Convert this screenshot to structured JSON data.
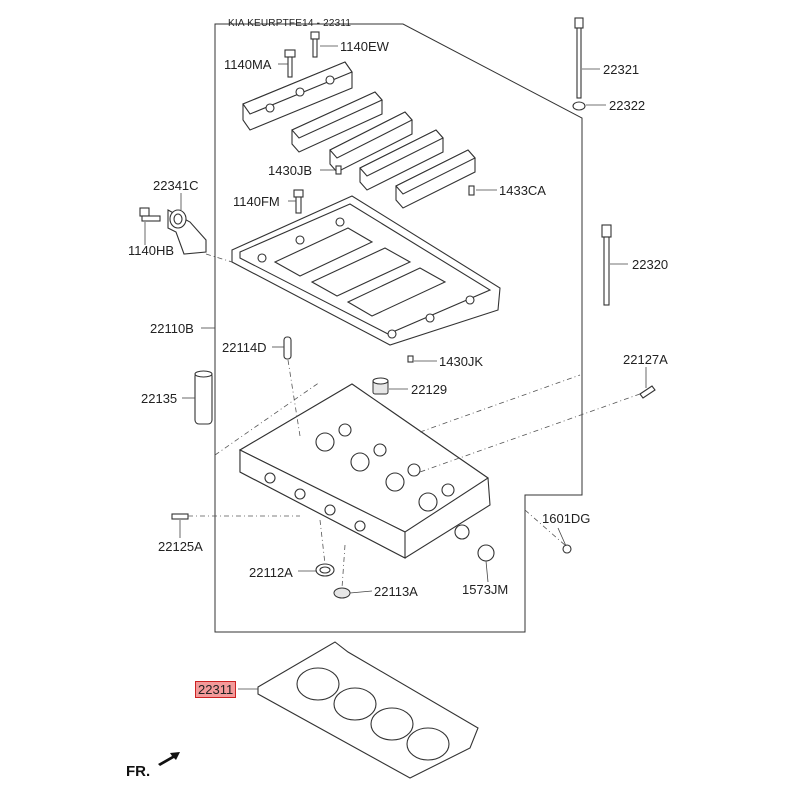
{
  "diagram": {
    "title": "KIA KEURPTFE14 - 22311",
    "direction_label": "FR.",
    "highlight_color": "#f39a9a",
    "labels": {
      "p1140ew": "1140EW",
      "p1140ma": "1140MA",
      "p22321": "22321",
      "p22322": "22322",
      "p1430jb": "1430JB",
      "p22341c": "22341C",
      "p1433ca": "1433CA",
      "p1140fm": "1140FM",
      "p1140hb": "1140HB",
      "p22320": "22320",
      "p22110b": "22110B",
      "p22114d": "22114D",
      "p1430jk": "1430JK",
      "p22127a": "22127A",
      "p22135": "22135",
      "p22129": "22129",
      "p1601dg": "1601DG",
      "p22125a": "22125A",
      "p22112a": "22112A",
      "p1573jm": "1573JM",
      "p22113a": "22113A",
      "p22311": "22311"
    }
  }
}
